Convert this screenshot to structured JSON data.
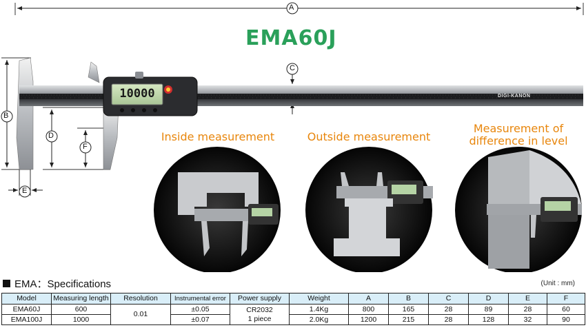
{
  "title": "EMA60J",
  "dimension_labels": {
    "a": "A",
    "b": "B",
    "c": "C",
    "d": "D",
    "e": "E",
    "f": "F"
  },
  "lcd_reading": "10000",
  "scale_brand": "DIGI-KANON",
  "captions": {
    "inside": "Inside measurement",
    "outside": "Outside measurement",
    "level_line1": "Measurement of",
    "level_line2": "difference in level"
  },
  "specs": {
    "heading": "EMA：Specifications",
    "unit": "(Unit : mm)",
    "columns": [
      "Model",
      "Measuring length",
      "Resolution",
      "Instrumental error",
      "Power supply",
      "Weight",
      "A",
      "B",
      "C",
      "D",
      "E",
      "F"
    ],
    "resolution_shared": "0.01",
    "power_line1": "CR2032",
    "power_line2": "1 piece",
    "rows": [
      {
        "model": "EMA60J",
        "length": "600",
        "error": "±0.05",
        "weight": "1.4Kg",
        "a": "800",
        "b": "165",
        "c": "28",
        "d": "89",
        "e": "28",
        "f": "60"
      },
      {
        "model": "EMA100J",
        "length": "1000",
        "error": "±0.07",
        "weight": "2.0Kg",
        "a": "1200",
        "b": "215",
        "c": "28",
        "d": "128",
        "e": "32",
        "f": "90"
      }
    ]
  },
  "colors": {
    "accent_title": "#2aa05a",
    "caption": "#e8860c",
    "table_header": "#d9eef8"
  }
}
